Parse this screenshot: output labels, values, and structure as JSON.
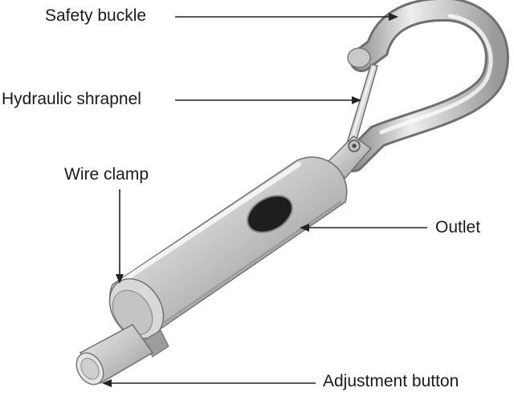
{
  "labels": {
    "safety_buckle": "Safety buckle",
    "hydraulic_shrapnel": "Hydraulic shrapnel",
    "wire_clamp": "Wire clamp",
    "outlet": "Outlet",
    "adjustment_button": "Adjustment button"
  },
  "colors": {
    "background": "#ffffff",
    "text": "#1a1a1a",
    "leader_line": "#222222",
    "metal_light": "#f2f2f2",
    "metal_mid": "#bdbdbd",
    "metal_dark": "#7a7a7a"
  }
}
